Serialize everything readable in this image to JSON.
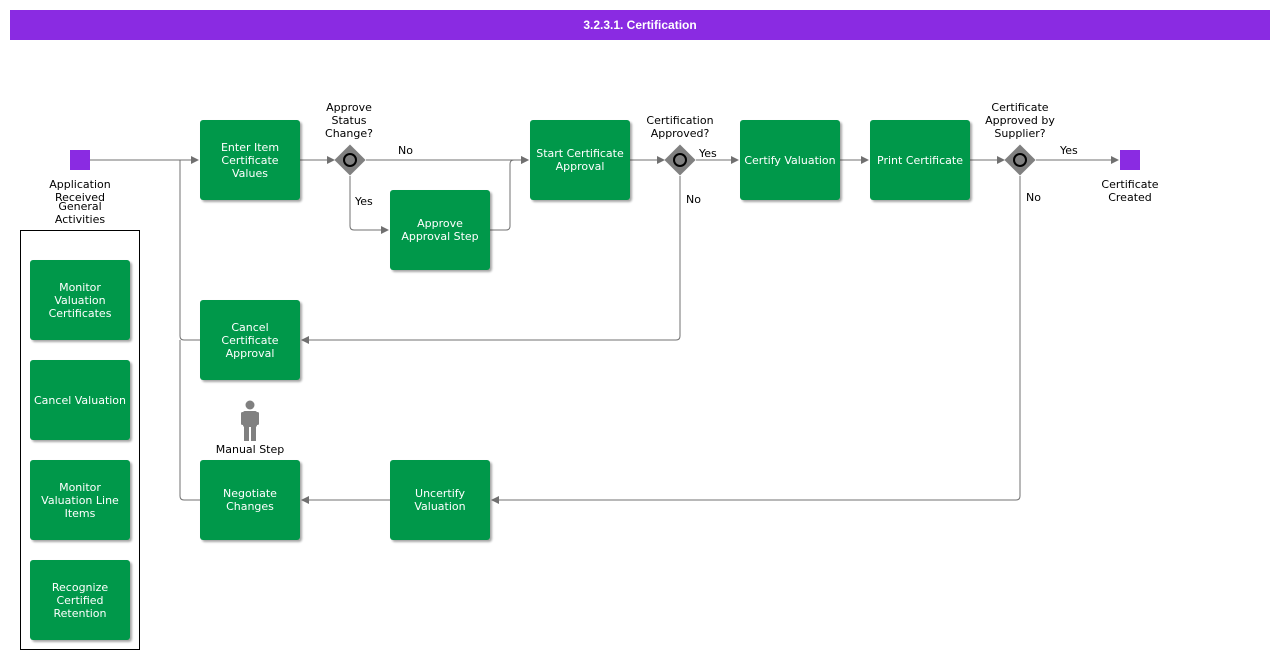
{
  "title": "3.2.3.1. Certification",
  "events": {
    "start_label": "Application\nReceived",
    "end_label": "Certificate\nCreated"
  },
  "tasks": {
    "enter_item": "Enter Item Certificate Values",
    "approve_step": "Approve Approval Step",
    "start_cert": "Start Certificate Approval",
    "certify": "Certify Valuation",
    "print_cert": "Print Certificate",
    "cancel_cert": "Cancel Certificate Approval",
    "negotiate": "Negotiate Changes",
    "uncertify": "Uncertify Valuation"
  },
  "gateways": {
    "g1": "Approve\nStatus\nChange?",
    "g2": "Certification\nApproved?",
    "g3": "Certificate\nApproved by\nSupplier?"
  },
  "edges": {
    "g1_no": "No",
    "g1_yes": "Yes",
    "g2_yes": "Yes",
    "g2_no": "No",
    "g3_yes": "Yes",
    "g3_no": "No"
  },
  "manual_step_label": "Manual Step",
  "general": {
    "title": "General\nActivities",
    "items": [
      "Monitor Valuation Certificates",
      "Cancel Valuation",
      "Monitor Valuation Line Items",
      "Recognize Certified Retention"
    ]
  },
  "colors": {
    "header": "#8a2be2",
    "task": "#00984a",
    "event": "#8a2be2",
    "gateway": "#808080",
    "connector": "#707070"
  }
}
